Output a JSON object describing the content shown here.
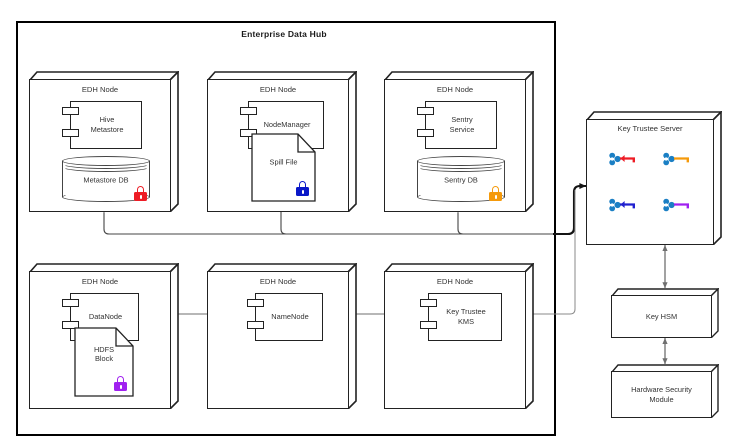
{
  "diagram": {
    "title": "Enterprise Data Hub",
    "type": "architecture-diagram"
  },
  "container": {
    "label": "Enterprise Data Hub"
  },
  "nodes": [
    {
      "id": "node-hive",
      "node_label": "EDH Node",
      "component": "Hive Metastore",
      "component_line1": "Hive",
      "component_line2": "Metastore",
      "store_type": "database",
      "store_label": "Metastore DB",
      "lock_color": "#ee1c25",
      "lock_name": "lock-icon-red"
    },
    {
      "id": "node-nodemanager",
      "node_label": "EDH Node",
      "component": "NodeManager",
      "component_line1": "NodeManager",
      "component_line2": "",
      "store_type": "file",
      "store_label": "Spill File",
      "lock_color": "#0a18c8",
      "lock_name": "lock-icon-blue"
    },
    {
      "id": "node-sentry",
      "node_label": "EDH Node",
      "component": "Sentry Service",
      "component_line1": "Sentry",
      "component_line2": "Service",
      "store_type": "database",
      "store_label": "Sentry DB",
      "lock_color": "#f59a0b",
      "lock_name": "lock-icon-orange"
    },
    {
      "id": "node-datanode",
      "node_label": "EDH Node",
      "component": "DataNode",
      "component_line1": "DataNode",
      "component_line2": "",
      "store_type": "file",
      "store_label": "HDFS Block",
      "store_line1": "HDFS",
      "store_line2": "Block",
      "lock_color": "#a020f0",
      "lock_name": "lock-icon-purple"
    },
    {
      "id": "node-namenode",
      "node_label": "EDH Node",
      "component": "NameNode",
      "component_line1": "NameNode",
      "component_line2": "",
      "store_type": "none"
    },
    {
      "id": "node-kms",
      "node_label": "EDH Node",
      "component": "Key Trustee KMS",
      "component_line1": "Key Trustee",
      "component_line2": "KMS",
      "store_type": "none"
    }
  ],
  "key_trustee_server": {
    "label": "Key Trustee Server",
    "keys": [
      {
        "name": "key-icon-red",
        "bow_color": "#1b7fc4",
        "shaft_color": "#ee1c25"
      },
      {
        "name": "key-icon-orange",
        "bow_color": "#1b7fc4",
        "shaft_color": "#f59a0b"
      },
      {
        "name": "key-icon-blue",
        "bow_color": "#1b7fc4",
        "shaft_color": "#2020cf"
      },
      {
        "name": "key-icon-purple",
        "bow_color": "#1b7fc4",
        "shaft_color": "#a020f0"
      }
    ]
  },
  "hsm": {
    "key_hsm_label": "Key HSM",
    "hardware_security_module_label": "Hardware Security Module",
    "hsm_line1": "Hardware Security",
    "hsm_line2": "Module"
  },
  "colors": {
    "stroke": "#222222",
    "connector": "#777777",
    "connector_strong": "#111111",
    "background": "#ffffff",
    "text": "#333333"
  }
}
